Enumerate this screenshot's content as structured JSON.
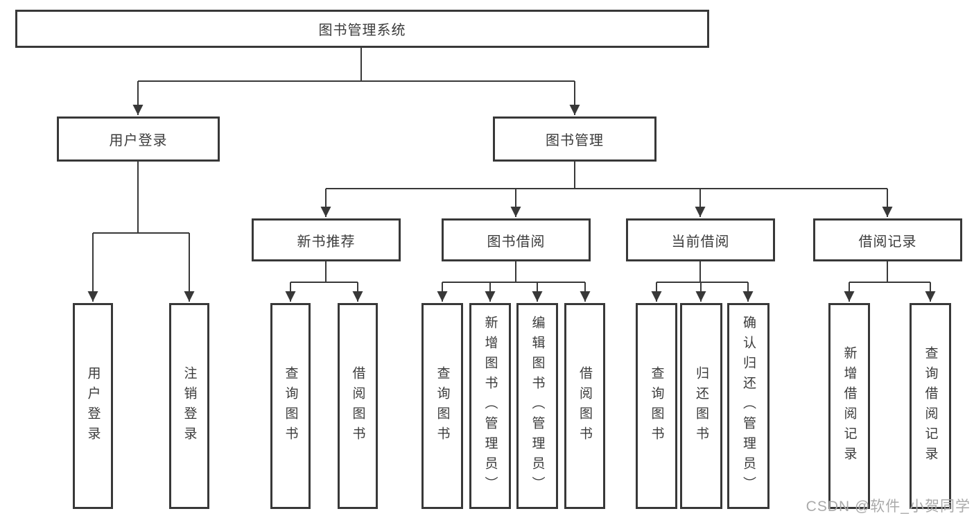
{
  "tree": {
    "label": "图书管理系统",
    "children": [
      {
        "label": "用户登录",
        "children": [
          {
            "label": "用户登录"
          },
          {
            "label": "注销登录"
          }
        ]
      },
      {
        "label": "图书管理",
        "children": [
          {
            "label": "新书推荐",
            "children": [
              {
                "label": "查询图书"
              },
              {
                "label": "借阅图书"
              }
            ]
          },
          {
            "label": "图书借阅",
            "children": [
              {
                "label": "查询图书"
              },
              {
                "label": "新增图书（管理员）"
              },
              {
                "label": "编辑图书（管理员）"
              },
              {
                "label": "借阅图书"
              }
            ]
          },
          {
            "label": "当前借阅",
            "children": [
              {
                "label": "查询图书"
              },
              {
                "label": "归还图书"
              },
              {
                "label": "确认归还（管理员）"
              }
            ]
          },
          {
            "label": "借阅记录",
            "children": [
              {
                "label": "新增借阅记录"
              },
              {
                "label": "查询借阅记录"
              }
            ]
          }
        ]
      }
    ]
  },
  "watermark": {
    "text": "CSDN @软件_小贺同学"
  },
  "colors": {
    "line": "#383838",
    "box_border": "#383838",
    "text": "#3b3b3b",
    "watermark": "#aaaaaa",
    "background": "#ffffff"
  }
}
